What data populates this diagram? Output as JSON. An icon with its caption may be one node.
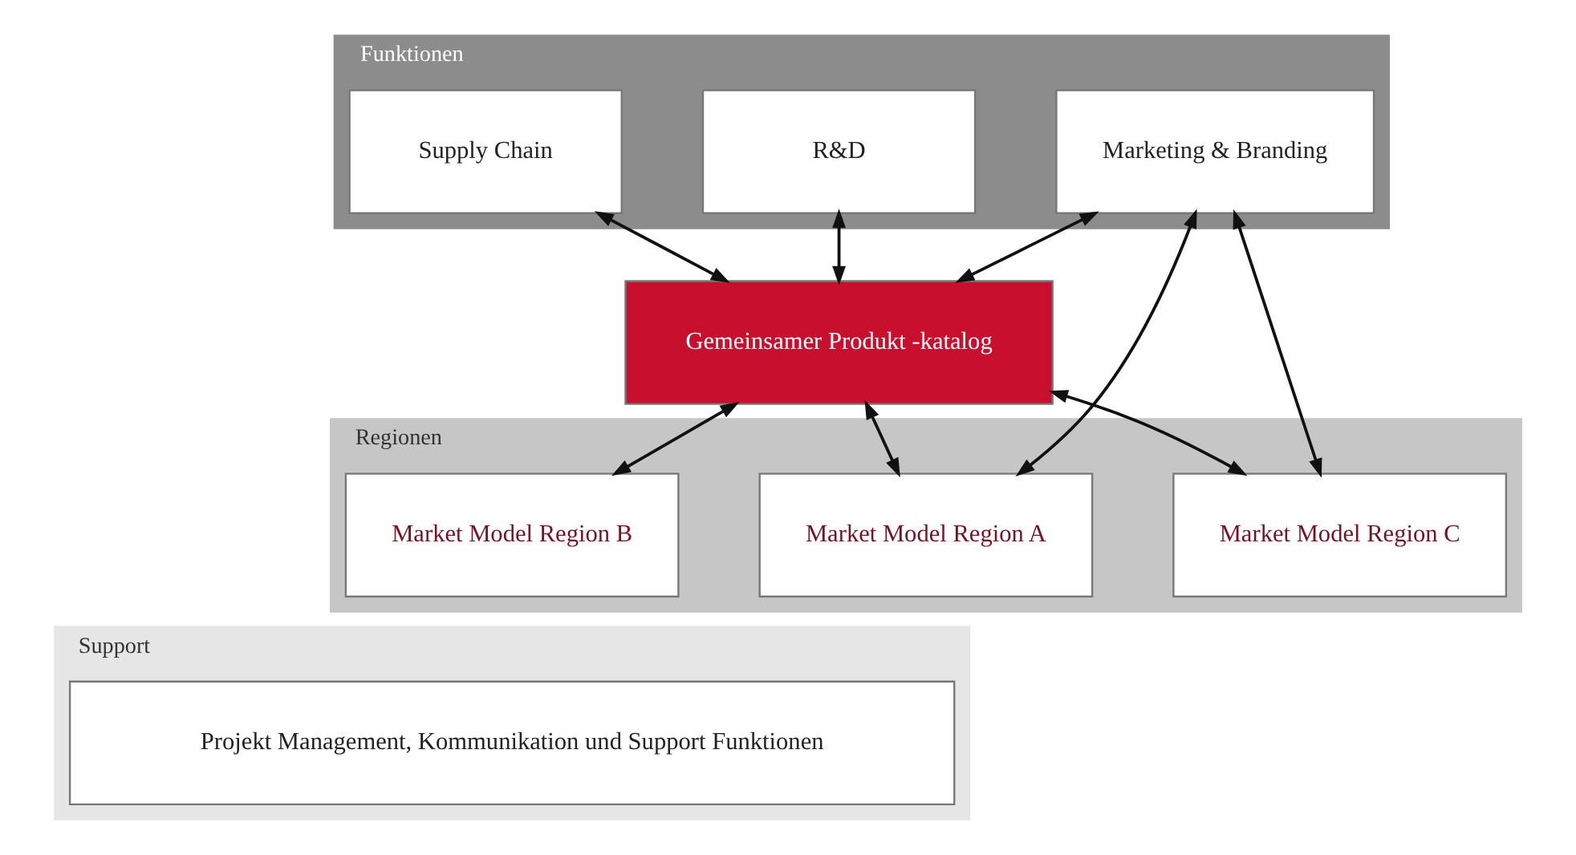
{
  "diagram": {
    "nodes": [
      {
        "text": [
          "Funktionen"
        ]
      },
      {
        "text": [
          "R&D"
        ],
        "in": 0
      },
      {
        "text": [
          "Supply Chain"
        ],
        "in": 0
      },
      {
        "text": [
          "Marketing & Branding"
        ],
        "in": 0
      },
      {
        "text": [
          "Gemeinsamer Produkt -katalog"
        ]
      },
      {
        "text": [
          "Regionen"
        ]
      },
      {
        "text": [
          "Market Model Region A"
        ],
        "in": 5
      },
      {
        "text": [
          "Market Model Region B"
        ],
        "in": 5
      },
      {
        "text": [
          "Market Model Region C"
        ],
        "in": 5
      },
      {
        "text": [
          "Support"
        ]
      },
      {
        "text": [
          "Projekt Management, Kommunikation und Support Funktionen"
        ],
        "in": 9
      }
    ],
    "edges": [
      {
        "from": 1,
        "to": 4,
        "arrow": "both"
      },
      {
        "from": 2,
        "to": 4,
        "arrow": "both"
      },
      {
        "from": 3,
        "to": 4,
        "arrow": "both"
      },
      {
        "from": 4,
        "to": 6,
        "arrow": "both"
      },
      {
        "from": 4,
        "to": 7,
        "arrow": "both"
      },
      {
        "from": 4,
        "to": 8,
        "arrow": "both"
      },
      {
        "from": 3,
        "to": 6,
        "arrow": "both"
      },
      {
        "from": 3,
        "to": 8,
        "arrow": "both"
      }
    ]
  }
}
